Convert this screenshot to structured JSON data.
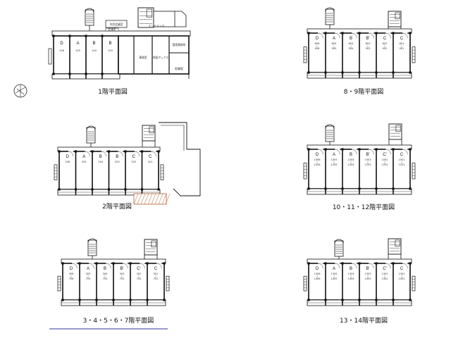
{
  "plans": [
    {
      "caption": "1階平面図",
      "units": [
        {
          "type": "D",
          "rooms": "106"
        },
        {
          "type": "A",
          "rooms": "105"
        },
        {
          "type": "B",
          "rooms": "104"
        },
        {
          "type": "B",
          "rooms": "103"
        }
      ],
      "rooms": [
        "共用会議室",
        "会議室",
        "エントランス",
        "事務室",
        "宅配ボックス",
        "管理事務所",
        "駐輪場"
      ]
    },
    {
      "caption": "8・9階平面図",
      "units": [
        {
          "type": "D",
          "rooms": "806 906"
        },
        {
          "type": "A",
          "rooms": "805 905"
        },
        {
          "type": "B",
          "rooms": "804 904"
        },
        {
          "type": "B'",
          "rooms": "803 903"
        },
        {
          "type": "C",
          "rooms": "802 902"
        },
        {
          "type": "C",
          "rooms": "801 901"
        }
      ]
    },
    {
      "caption": "2階平面図",
      "units": [
        {
          "type": "D",
          "rooms": "206"
        },
        {
          "type": "A",
          "rooms": "205"
        },
        {
          "type": "B",
          "rooms": "204"
        },
        {
          "type": "B",
          "rooms": "203"
        },
        {
          "type": "C",
          "rooms": "202"
        },
        {
          "type": "C",
          "rooms": "201"
        }
      ]
    },
    {
      "caption": "10・11・12階平面図",
      "units": [
        {
          "type": "D",
          "rooms": "1006 1206"
        },
        {
          "type": "A",
          "rooms": "1005 1205"
        },
        {
          "type": "B",
          "rooms": "1004 1204"
        },
        {
          "type": "B'",
          "rooms": "1003 1203"
        },
        {
          "type": "C'",
          "rooms": "1002 1202"
        },
        {
          "type": "C",
          "rooms": "1001 1201"
        }
      ]
    },
    {
      "caption": "3・4・5・6・7階平面図",
      "units": [
        {
          "type": "D",
          "rooms": "306 706"
        },
        {
          "type": "A",
          "rooms": "305 705"
        },
        {
          "type": "B",
          "rooms": "304 704"
        },
        {
          "type": "B'",
          "rooms": "303 703"
        },
        {
          "type": "C'",
          "rooms": "302 702"
        },
        {
          "type": "C",
          "rooms": "301 701"
        }
      ]
    },
    {
      "caption": "13・14階平面図",
      "units": [
        {
          "type": "D",
          "rooms": "1306 1406"
        },
        {
          "type": "A",
          "rooms": "1305 1405"
        },
        {
          "type": "B",
          "rooms": "1304 1404"
        },
        {
          "type": "B'",
          "rooms": "1303 1403"
        },
        {
          "type": "C'",
          "rooms": "1302 1402"
        },
        {
          "type": "C",
          "rooms": "1301 1401"
        }
      ]
    }
  ]
}
